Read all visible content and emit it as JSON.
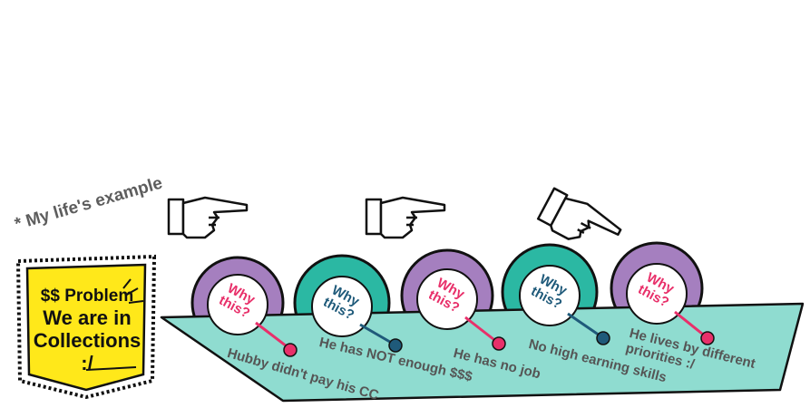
{
  "note": "* My life's example",
  "problem": {
    "title": "$$ Problem",
    "line1": "We are in",
    "line2": "Collections :/"
  },
  "wheel_label_line1": "Why",
  "wheel_label_line2": "this?",
  "reasons": [
    "Hubby didn't pay his CC",
    "He has NOT enough $$$",
    "He has no job",
    "No high earning skills",
    "He lives by different priorities :/"
  ],
  "colors": {
    "purple": "#a57fbf",
    "teal": "#2bb8a3",
    "pink": "#e8306a",
    "navy": "#1f5a7a",
    "conveyor": "#8fdcd0",
    "badge": "#ffe81a"
  },
  "icons": [
    "pointing-hand-icon",
    "pointing-hand-icon",
    "pointing-hand-icon"
  ]
}
